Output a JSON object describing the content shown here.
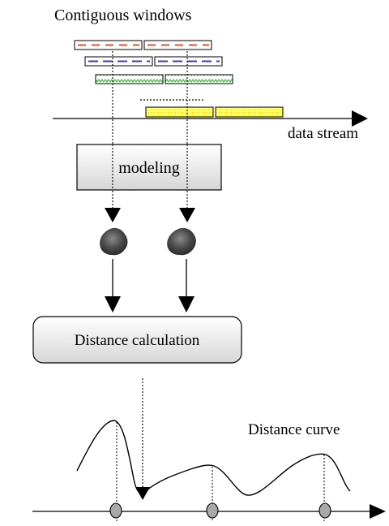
{
  "labels": {
    "title": "Contiguous windows",
    "data_stream": "data stream",
    "modeling": "modeling",
    "distance_calculation": "Distance calculation",
    "distance_curve": "Distance curve"
  },
  "colors": {
    "window_row1_dash": "#e0522a",
    "window_row2_dash": "#3c3cb0",
    "window_row3_pattern": "#44bb44",
    "stream_block_fill": "#ffff66",
    "box_fill_top": "#ffffff",
    "box_fill_bottom": "#d8d8d8",
    "model_blob": "#555555",
    "marker_fill": "#a8a8a8"
  },
  "icons": [
    "model-blob-icon",
    "model-blob-icon"
  ]
}
